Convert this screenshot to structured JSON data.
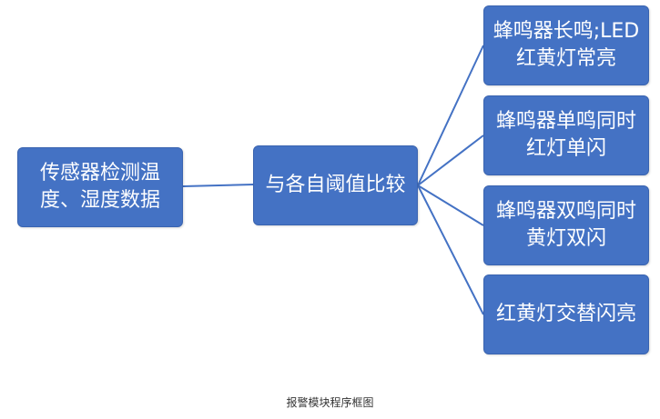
{
  "diagram": {
    "source": {
      "label": "传感器检测温度、湿度数据"
    },
    "process": {
      "label": "与各自阈值比较"
    },
    "outputs": [
      {
        "label": "蜂鸣器长鸣;LED红黄灯常亮"
      },
      {
        "label": "蜂鸣器单鸣同时红灯单闪"
      },
      {
        "label": "蜂鸣器双鸣同时黄灯双闪"
      },
      {
        "label": "红黄灯交替闪亮"
      }
    ],
    "caption": "报警模块程序框图",
    "colors": {
      "box_fill": "#4472c4",
      "box_text": "#ffffff",
      "connector": "#4472c4"
    }
  }
}
